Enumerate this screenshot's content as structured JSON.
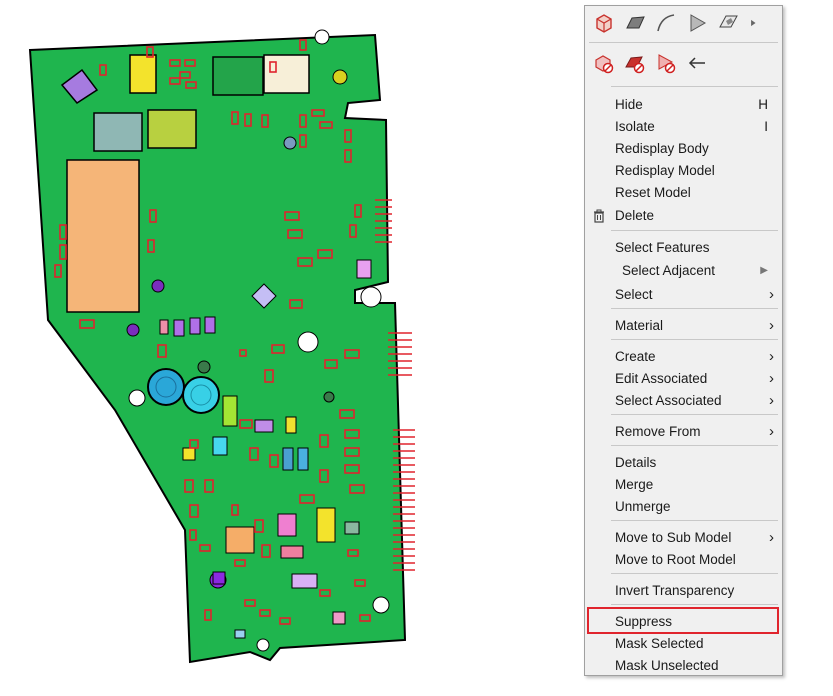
{
  "toolbar": {
    "row1": [
      {
        "icon": "solid-cube-icon"
      },
      {
        "icon": "shaded-surface-icon"
      },
      {
        "icon": "curve-icon"
      },
      {
        "icon": "flag-icon"
      },
      {
        "icon": "surface-patch-icon"
      },
      {
        "icon": "more-arrow-icon"
      }
    ],
    "row2": [
      {
        "icon": "hide-solid-icon"
      },
      {
        "icon": "hide-surface-icon"
      },
      {
        "icon": "hide-flag-icon"
      },
      {
        "icon": "back-arrow-icon"
      }
    ]
  },
  "menu": {
    "items": [
      {
        "label": "Hide",
        "shortcut": "H"
      },
      {
        "label": "Isolate",
        "shortcut": "I"
      },
      {
        "label": "Redisplay Body"
      },
      {
        "label": "Redisplay Model"
      },
      {
        "label": "Reset Model"
      },
      {
        "label": "Delete",
        "icon": "trash-icon"
      },
      {
        "label": "Select Features"
      },
      {
        "label": "Select Adjacent",
        "submenu": true
      },
      {
        "label": "Select",
        "submenu": true
      },
      {
        "label": "Material",
        "submenu": true
      },
      {
        "label": "Create",
        "submenu": true
      },
      {
        "label": "Edit Associated",
        "submenu": true
      },
      {
        "label": "Select Associated",
        "submenu": true
      },
      {
        "label": "Remove From",
        "submenu": true
      },
      {
        "label": "Details"
      },
      {
        "label": "Merge"
      },
      {
        "label": "Unmerge"
      },
      {
        "label": "Move to Sub Model",
        "submenu": true
      },
      {
        "label": "Move to Root Model"
      },
      {
        "label": "Invert Transparency"
      },
      {
        "label": "Suppress",
        "highlighted": true
      },
      {
        "label": "Mask Selected"
      },
      {
        "label": "Mask Unselected"
      }
    ],
    "submenu_arrow": "›",
    "submenu_arrow_alt": "▶"
  },
  "colors": {
    "board": "#1fb54e",
    "outline": "#e0242d",
    "menu_bg": "#f0f0f0"
  }
}
